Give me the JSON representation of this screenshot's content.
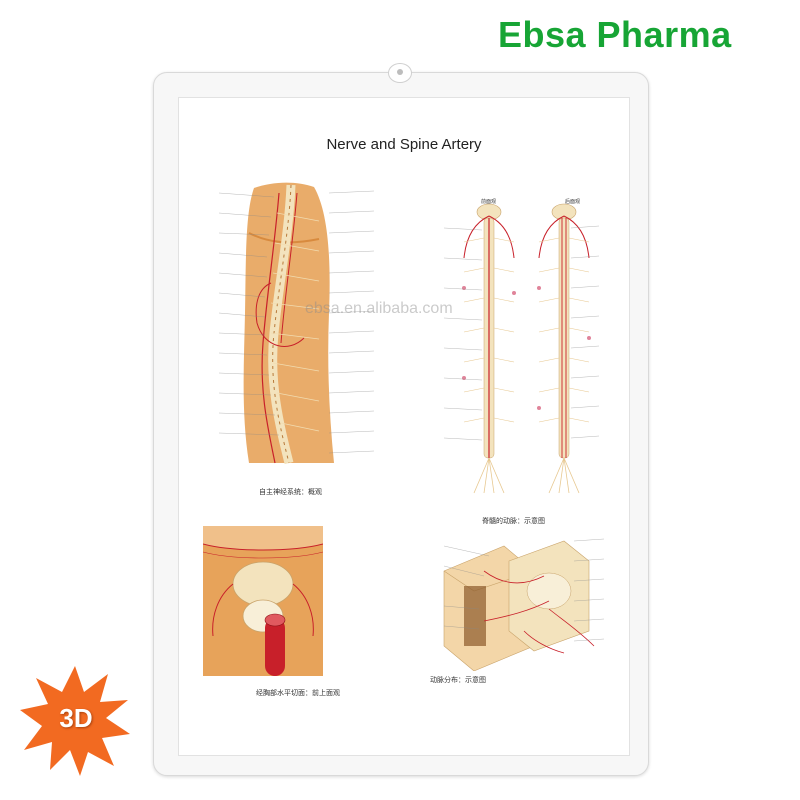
{
  "brand": {
    "name": "Ebsa Pharma",
    "color": "#17a535"
  },
  "poster": {
    "title": "Nerve and Spine Artery",
    "captions": {
      "autonomic": "自主神经系统：概观",
      "spinal_arteries": "脊髓的动脉：示意图",
      "cross_section": "经胸部水平切面：前上面观",
      "artery_distribution": "动脉分布：示意图"
    },
    "view_labels": {
      "anterior": "前面观",
      "posterior": "后面观"
    },
    "watermark": "ebsa.en.alibaba.com"
  },
  "badge": {
    "label": "3D",
    "color": "#f26a21"
  },
  "colors": {
    "artery": "#c8202a",
    "tissue": "#e7a35a",
    "nerve": "#f1dcb1",
    "bone": "#f3e3bd"
  }
}
